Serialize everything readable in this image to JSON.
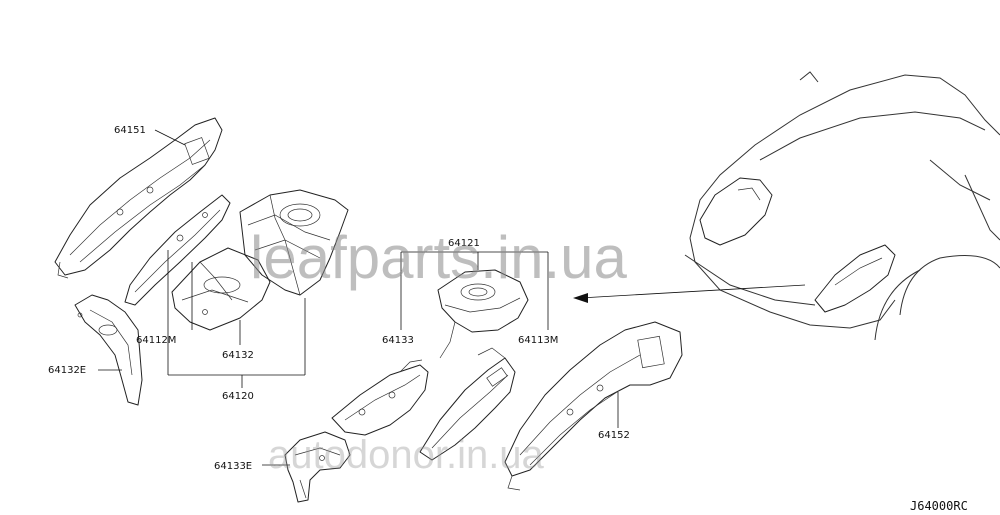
{
  "callouts": {
    "p64151": "64151",
    "p64112m": "64112M",
    "p64132": "64132",
    "p64120": "64120",
    "p64132e": "64132E",
    "p64121": "64121",
    "p64133": "64133",
    "p64113m": "64113M",
    "p64152": "64152",
    "p64133e": "64133E"
  },
  "diagram_code": "J64000RC",
  "watermarks": {
    "primary": "leafparts.in.ua",
    "secondary": "autodonor.in.ua"
  }
}
